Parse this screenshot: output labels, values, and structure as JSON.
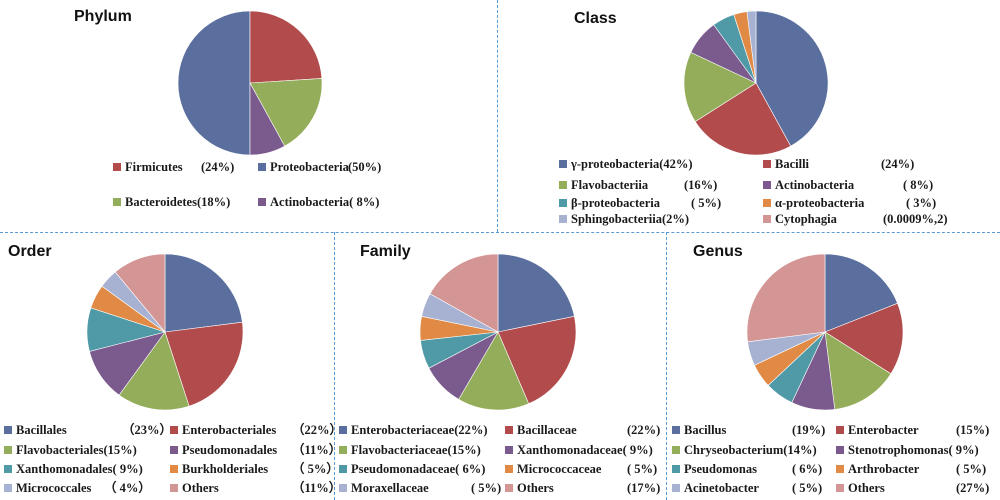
{
  "chart_data": [
    {
      "type": "pie",
      "title": "Phylum",
      "start_angle_deg": 180,
      "slices": [
        {
          "label": "Proteobacteria",
          "value_text": "(50%)",
          "value": 50,
          "color": "#5b6f9f"
        },
        {
          "label": "Firmicutes",
          "value_text": "(24%)",
          "value": 24,
          "color": "#b24b4c"
        },
        {
          "label": "Bacteroidetes",
          "value_text": "(18%)",
          "value": 18,
          "color": "#93ad5a"
        },
        {
          "label": "Actinobacteria",
          "value_text": "( 8%)",
          "value": 8,
          "color": "#7b5b8d"
        }
      ]
    },
    {
      "type": "pie",
      "title": "Class",
      "start_angle_deg": 0,
      "slices": [
        {
          "label": "γ-proteobacteria",
          "value_text": "(42%)",
          "value": 42,
          "color": "#5b6f9f"
        },
        {
          "label": "Bacilli",
          "value_text": "(24%)",
          "value": 24,
          "color": "#b24b4c"
        },
        {
          "label": "Flavobacteriia",
          "value_text": "(16%)",
          "value": 16,
          "color": "#93ad5a"
        },
        {
          "label": "Actinobacteria",
          "value_text": "( 8%)",
          "value": 8,
          "color": "#7b5b8d"
        },
        {
          "label": "β-proteobacteria",
          "value_text": "( 5%)",
          "value": 5,
          "color": "#4f9aa6"
        },
        {
          "label": "α-proteobacteria",
          "value_text": "( 3%)",
          "value": 3,
          "color": "#e08a45"
        },
        {
          "label": "Sphingobacteriia",
          "value_text": "(2%)",
          "value": 2,
          "color": "#a7b1d2"
        },
        {
          "label": "Cytophagia",
          "value_text": "(0.0009%,2)",
          "value": 0.0009,
          "color": "#d49595"
        }
      ]
    },
    {
      "type": "pie",
      "title": "Order",
      "start_angle_deg": 0,
      "slices": [
        {
          "label": "Bacillales",
          "value_text": "（23%）",
          "value": 23,
          "color": "#5b6f9f"
        },
        {
          "label": "Enterobacteriales",
          "value_text": "（22%）",
          "value": 22,
          "color": "#b24b4c"
        },
        {
          "label": "Flavobacteriales",
          "value_text": "(15%)",
          "value": 15,
          "color": "#93ad5a"
        },
        {
          "label": "Pseudomonadales",
          "value_text": "（11%）",
          "value": 11,
          "color": "#7b5b8d"
        },
        {
          "label": "Xanthomonadales",
          "value_text": "( 9%)",
          "value": 9,
          "color": "#4f9aa6"
        },
        {
          "label": "Burkholderiales",
          "value_text": "（ 5%）",
          "value": 5,
          "color": "#e08a45"
        },
        {
          "label": "Micrococcales",
          "value_text": "（ 4%）",
          "value": 4,
          "color": "#a7b1d2"
        },
        {
          "label": "Others",
          "value_text": "（11%）",
          "value": 11,
          "color": "#d49595"
        }
      ]
    },
    {
      "type": "pie",
      "title": "Family",
      "start_angle_deg": 0,
      "slices": [
        {
          "label": "Enterobacteriaceae",
          "value_text": "(22%)",
          "value": 22,
          "color": "#5b6f9f"
        },
        {
          "label": "Bacillaceae",
          "value_text": "(22%)",
          "value": 22,
          "color": "#b24b4c"
        },
        {
          "label": "Flavobacteriaceae",
          "value_text": "(15%)",
          "value": 15,
          "color": "#93ad5a"
        },
        {
          "label": "Xanthomonadaceae",
          "value_text": "( 9%)",
          "value": 9,
          "color": "#7b5b8d"
        },
        {
          "label": "Pseudomonadaceae",
          "value_text": "( 6%)",
          "value": 6,
          "color": "#4f9aa6"
        },
        {
          "label": "Micrococcaceae",
          "value_text": "( 5%)",
          "value": 5,
          "color": "#e08a45"
        },
        {
          "label": "Moraxellaceae",
          "value_text": "( 5%)",
          "value": 5,
          "color": "#a7b1d2"
        },
        {
          "label": "Others",
          "value_text": "(17%)",
          "value": 17,
          "color": "#d49595"
        }
      ]
    },
    {
      "type": "pie",
      "title": "Genus",
      "start_angle_deg": 0,
      "slices": [
        {
          "label": "Bacillus",
          "value_text": "(19%)",
          "value": 19,
          "color": "#5b6f9f"
        },
        {
          "label": "Enterobacter",
          "value_text": "(15%)",
          "value": 15,
          "color": "#b24b4c"
        },
        {
          "label": "Chryseobacterium",
          "value_text": "(14%)",
          "value": 14,
          "color": "#93ad5a"
        },
        {
          "label": "Stenotrophomonas",
          "value_text": "( 9%)",
          "value": 9,
          "color": "#7b5b8d"
        },
        {
          "label": "Pseudomonas",
          "value_text": "( 6%)",
          "value": 6,
          "color": "#4f9aa6"
        },
        {
          "label": "Arthrobacter",
          "value_text": "( 5%)",
          "value": 5,
          "color": "#e08a45"
        },
        {
          "label": "Acinetobacter",
          "value_text": "( 5%)",
          "value": 5,
          "color": "#a7b1d2"
        },
        {
          "label": "Others",
          "value_text": "(27%)",
          "value": 27,
          "color": "#d49595"
        }
      ]
    }
  ]
}
